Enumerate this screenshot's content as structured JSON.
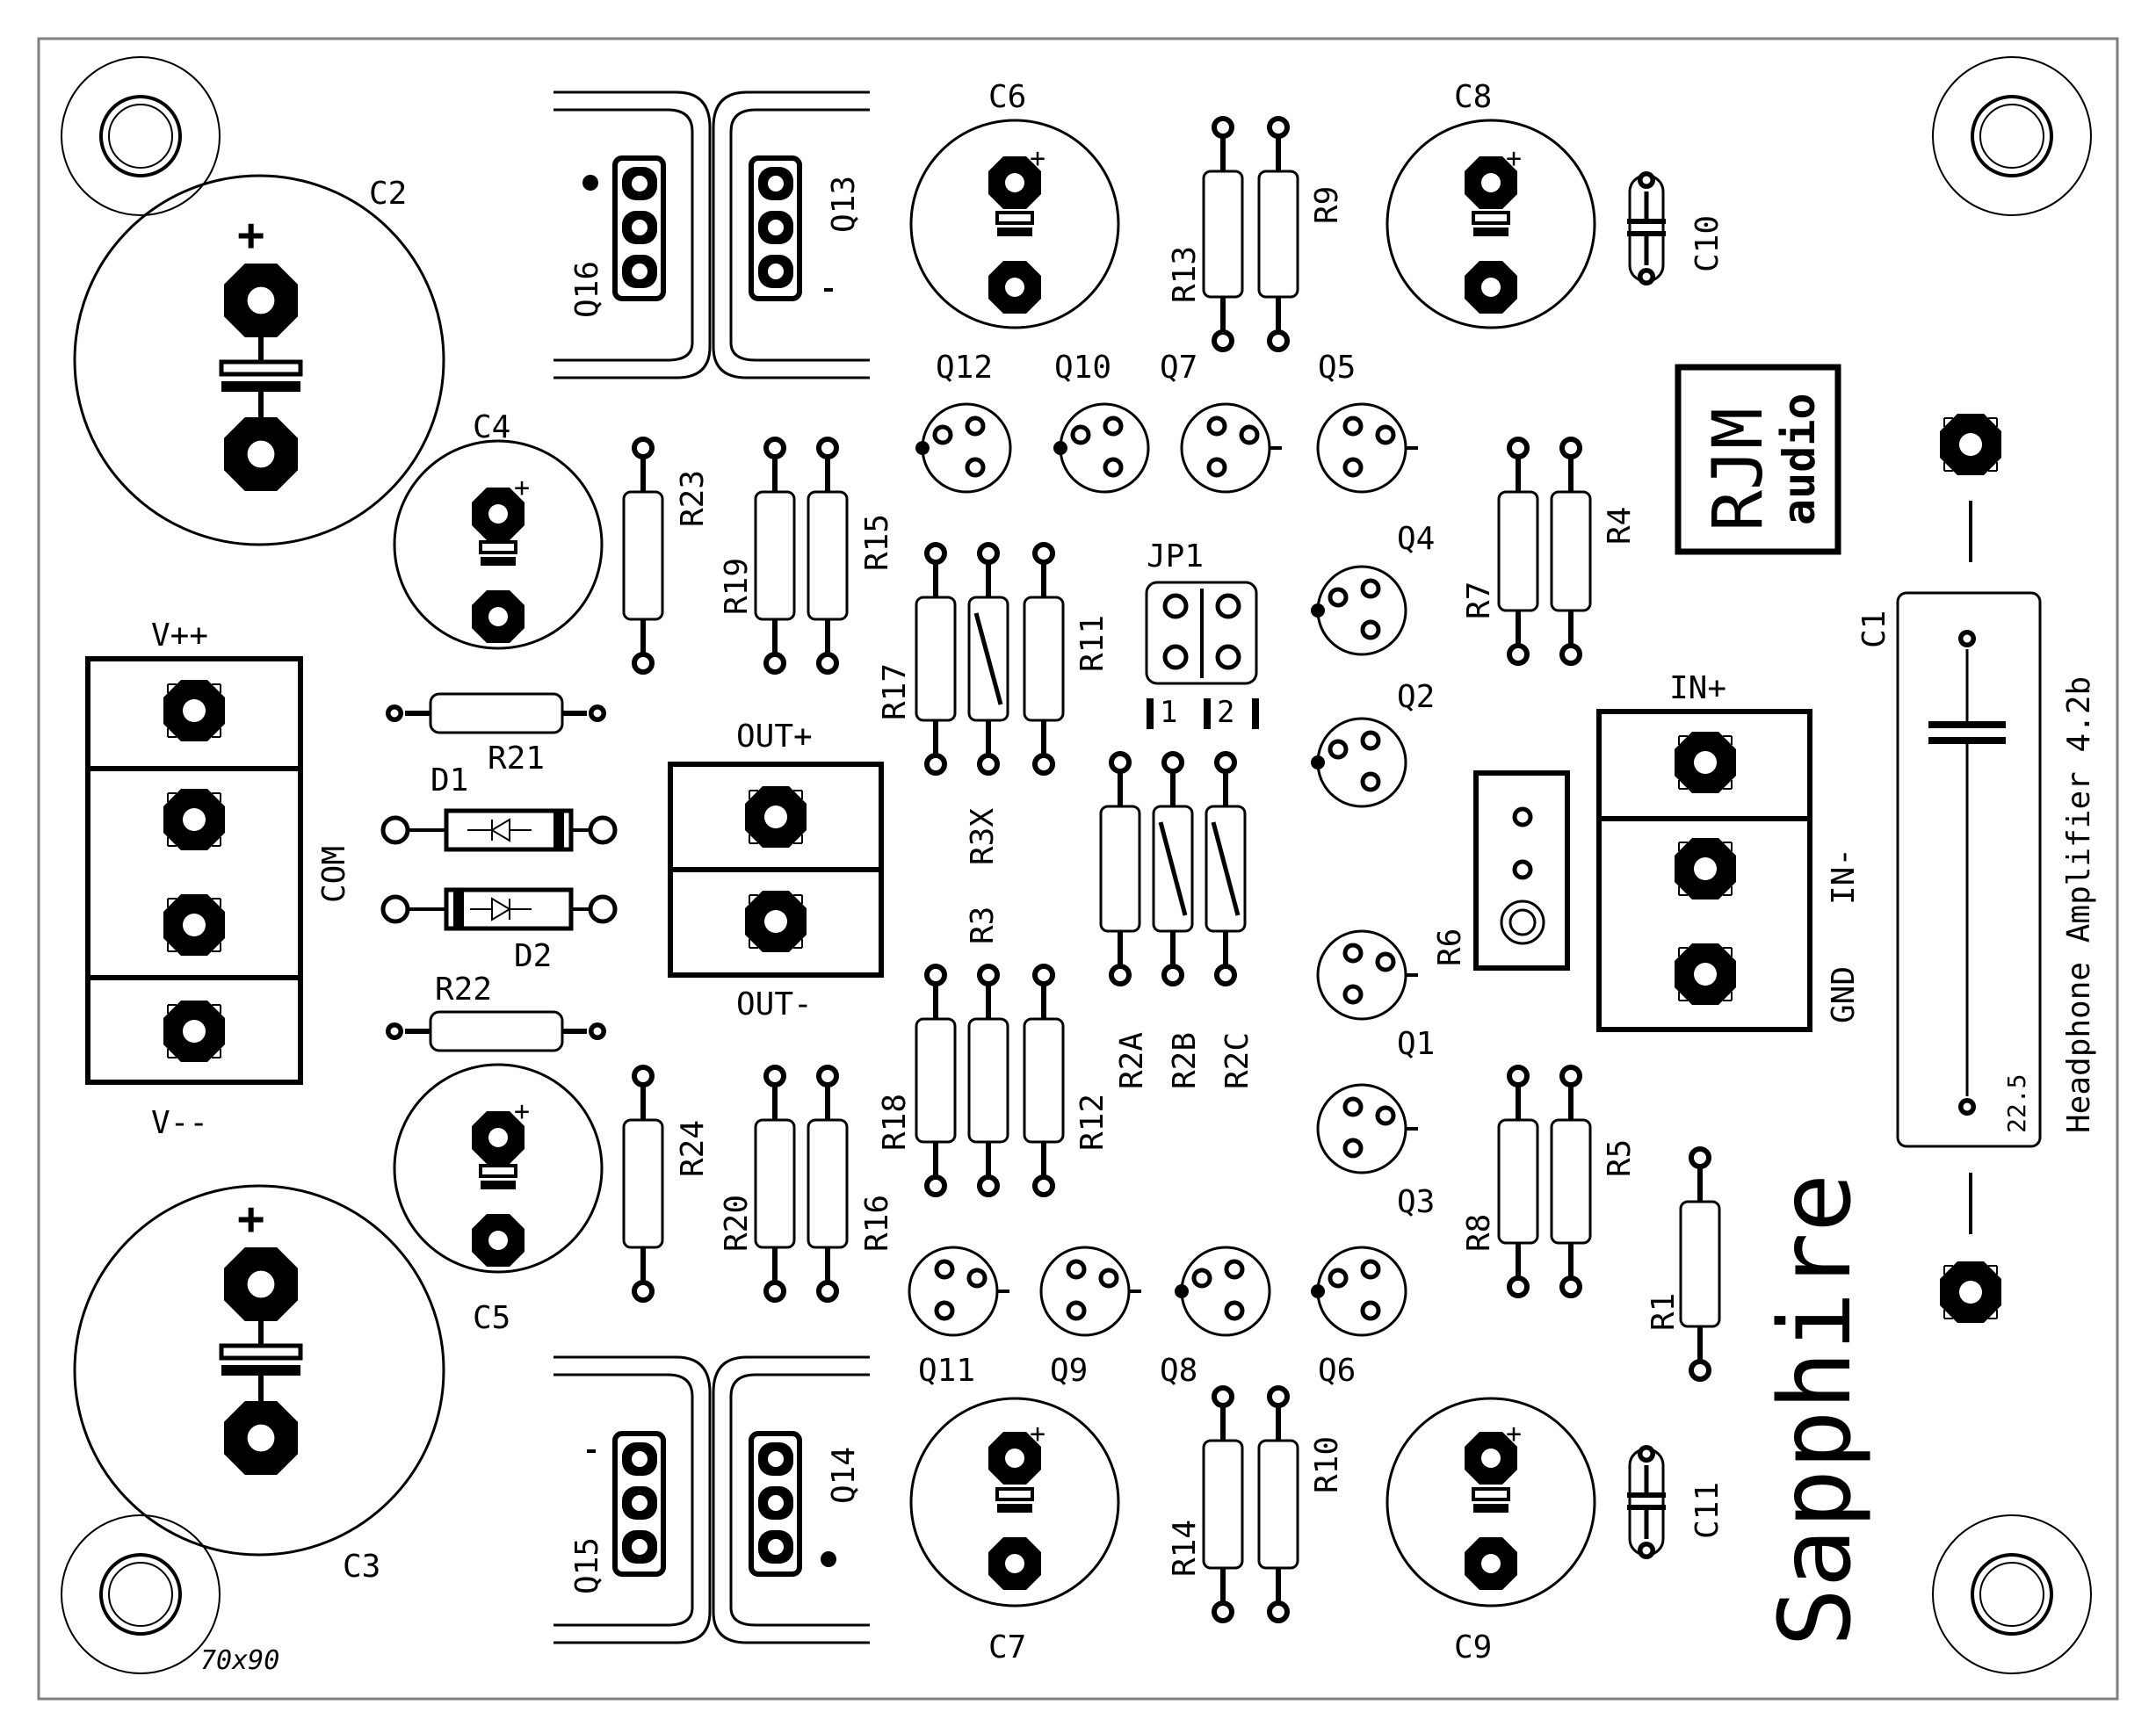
{
  "board": {
    "size_label": "70x90",
    "product_title": "Headphone Amplifier 4.2b",
    "product_name": "Sapphire",
    "logo_main": "RJM",
    "logo_sub": "audio"
  },
  "capacitors": {
    "C1": "C1",
    "C2": "C2",
    "C3": "C3",
    "C4": "C4",
    "C5": "C5",
    "C6": "C6",
    "C7": "C7",
    "C8": "C8",
    "C9": "C9",
    "C10": "C10",
    "C11": "C11",
    "C1_pitch": "22.5"
  },
  "resistors": {
    "R1": "R1",
    "R2A": "R2A",
    "R2B": "R2B",
    "R2C": "R2C",
    "R3": "R3",
    "R3X": "R3X",
    "R4": "R4",
    "R5": "R5",
    "R6": "R6",
    "R7": "R7",
    "R8": "R8",
    "R9": "R9",
    "R10": "R10",
    "R11": "R11",
    "R12": "R12",
    "R13": "R13",
    "R14": "R14",
    "R15": "R15",
    "R16": "R16",
    "R17": "R17",
    "R18": "R18",
    "R19": "R19",
    "R20": "R20",
    "R21": "R21",
    "R22": "R22",
    "R23": "R23",
    "R24": "R24"
  },
  "transistors": {
    "Q1": "Q1",
    "Q2": "Q2",
    "Q3": "Q3",
    "Q4": "Q4",
    "Q5": "Q5",
    "Q6": "Q6",
    "Q7": "Q7",
    "Q8": "Q8",
    "Q9": "Q9",
    "Q10": "Q10",
    "Q11": "Q11",
    "Q12": "Q12",
    "Q13": "Q13",
    "Q14": "Q14",
    "Q15": "Q15",
    "Q16": "Q16"
  },
  "diodes": {
    "D1": "D1",
    "D2": "D2"
  },
  "jumper": {
    "name": "JP1",
    "pos1": "1",
    "pos2": "2"
  },
  "connectors": {
    "power": {
      "vpp": "V++",
      "com": "COM",
      "vmm": "V--"
    },
    "output": {
      "plus": "OUT+",
      "minus": "OUT-"
    },
    "input": {
      "plus": "IN+",
      "minus": "IN-",
      "gnd": "GND"
    }
  },
  "colors": {
    "ink": "#000000",
    "board_outline": "#808080",
    "background": "#ffffff"
  }
}
